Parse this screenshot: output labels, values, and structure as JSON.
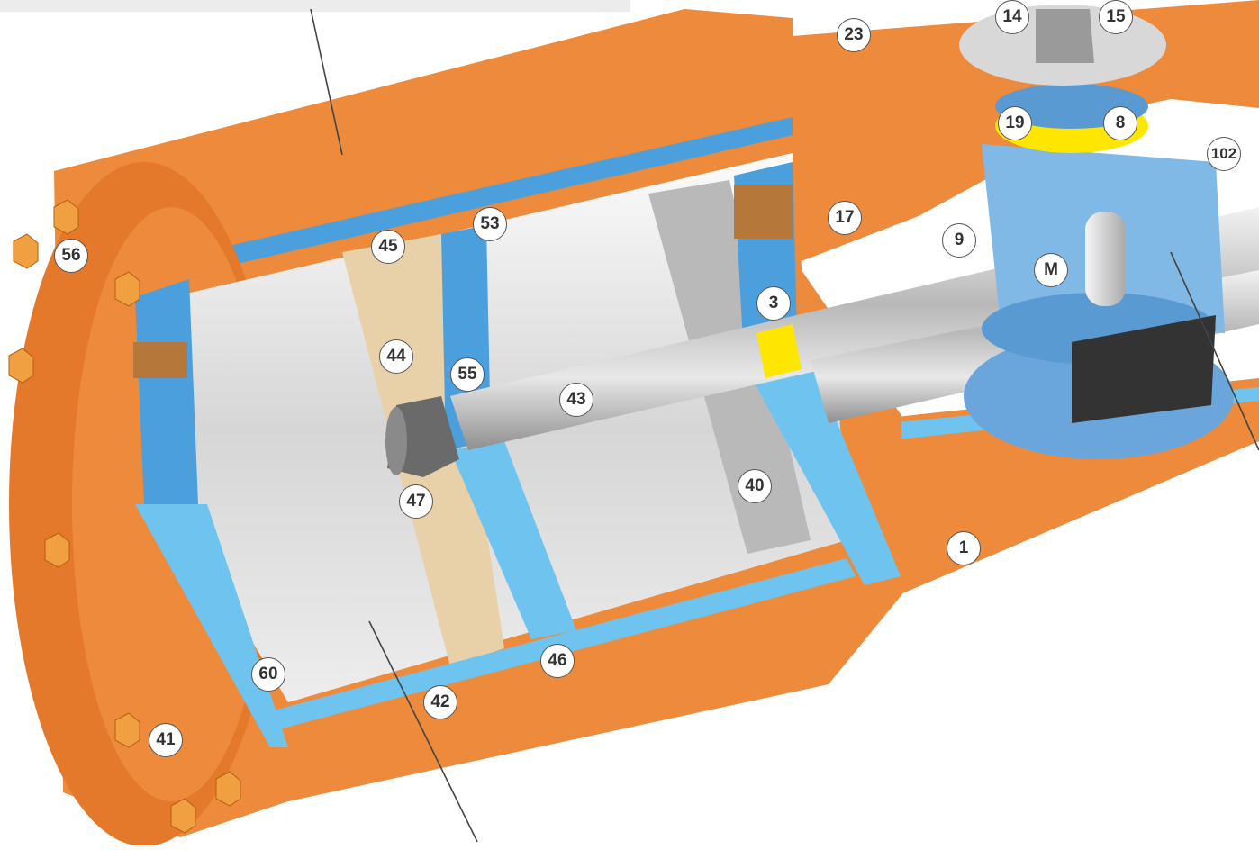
{
  "diagram": {
    "callouts": [
      "14",
      "15",
      "23",
      "19",
      "8",
      "102",
      "45",
      "53",
      "17",
      "9",
      "56",
      "M",
      "3",
      "44",
      "55",
      "43",
      "47",
      "40",
      "1",
      "60",
      "46",
      "42",
      "41"
    ]
  },
  "colors": {
    "body_orange": "#ee8a3c",
    "seal_blue": "#4c9fdd",
    "liner_blue": "#6ec4ee",
    "yellow_band": "#ffe600",
    "background": "#ffffff"
  }
}
